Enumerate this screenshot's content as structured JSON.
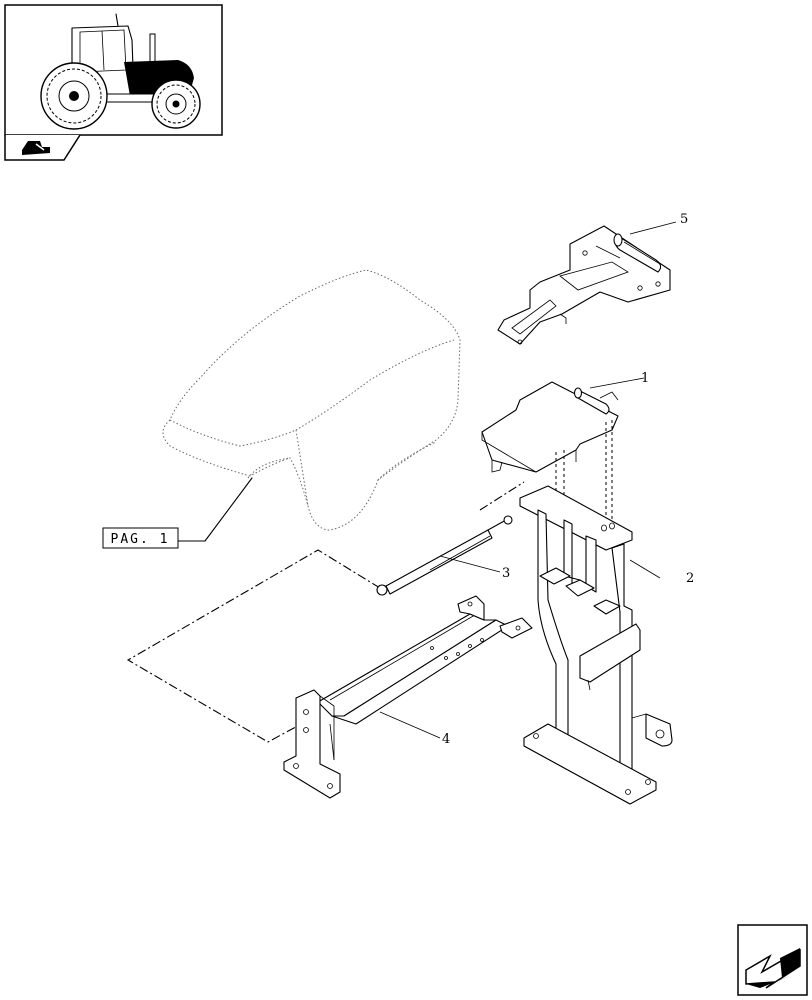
{
  "reference": {
    "page_label": "PAG. 1"
  },
  "callouts": [
    {
      "number": "1",
      "part": "plate-with-hinge"
    },
    {
      "number": "2",
      "part": "support-frame"
    },
    {
      "number": "3",
      "part": "gas-strut"
    },
    {
      "number": "4",
      "part": "base-bracket"
    },
    {
      "number": "5",
      "part": "hinge-bracket"
    }
  ],
  "icons": {
    "thumbnail": "tractor-thumbnail-icon",
    "category": "seat-category-icon",
    "navigation": "next-page-arrow-icon"
  }
}
